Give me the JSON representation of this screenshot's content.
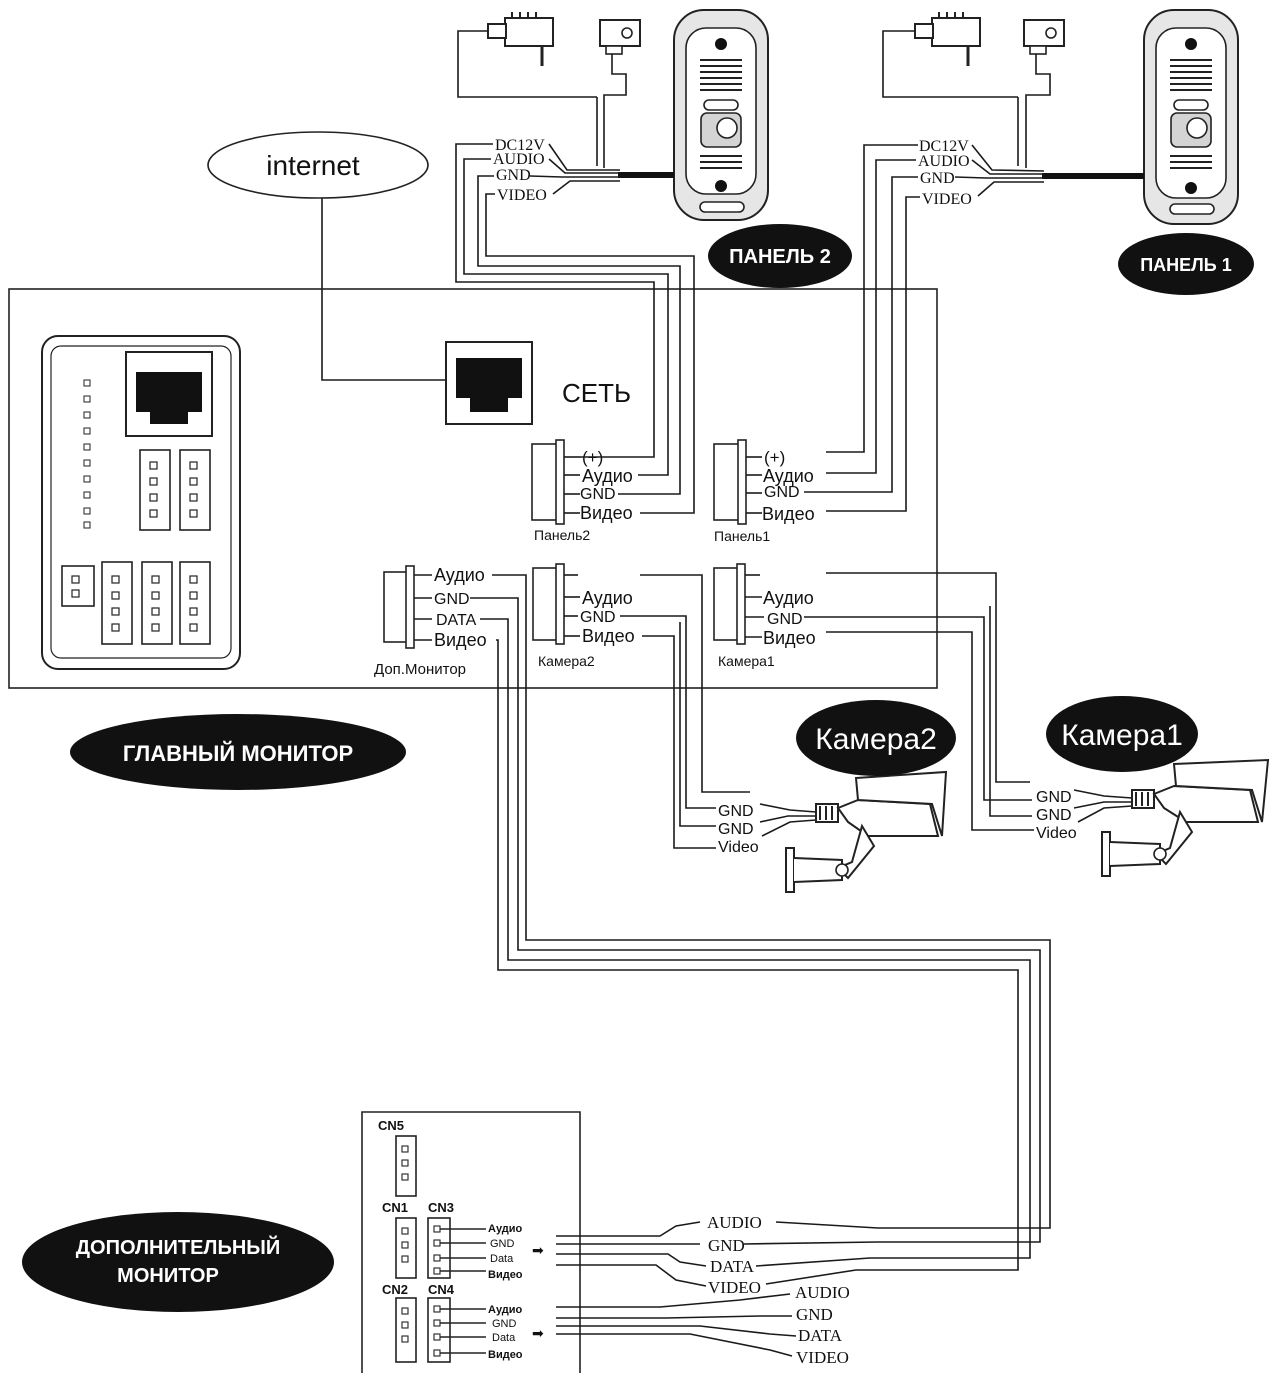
{
  "internet_label": "internet",
  "network_label": "СЕТЬ",
  "badges": {
    "panel2": "ПАНЕЛЬ 2",
    "panel1": "ПАНЕЛЬ 1",
    "main_monitor": "ГЛАВНЫЙ МОНИТОР",
    "camera2": "Камера2",
    "camera1": "Камера1",
    "extra_monitor_line1": "ДОПОЛНИТЕЛЬНЫЙ",
    "extra_monitor_line2": "МОНИТОР"
  },
  "panel_wires": [
    "DC12V",
    "AUDIO",
    "GND",
    "VIDEO"
  ],
  "main_monitor": {
    "panel2_connector": {
      "pins": [
        "(+)",
        "Аудио",
        "GND",
        "Видео"
      ],
      "caption": "Панель2"
    },
    "panel1_connector": {
      "pins": [
        "(+)",
        "Аудио",
        "GND",
        "Видео"
      ],
      "caption": "Панель1"
    },
    "extra_connector": {
      "pins": [
        "Аудио",
        "GND",
        "DATA",
        "Видео"
      ],
      "caption": "Доп.Монитор"
    },
    "camera2_connector": {
      "pins": [
        "Аудио",
        "GND",
        "Видео"
      ],
      "caption": "Камера2"
    },
    "camera1_connector": {
      "pins": [
        "Аудио",
        "GND",
        "Видео"
      ],
      "caption": "Камера1"
    }
  },
  "camera_wires": [
    "GND",
    "GND",
    "Video"
  ],
  "extra_monitor": {
    "connectors": [
      "CN5",
      "CN1",
      "CN3",
      "CN2",
      "CN4"
    ],
    "cn3_pins": [
      "Аудио",
      "GND",
      "Data",
      "Видео"
    ],
    "cn4_pins": [
      "Аудио",
      "GND",
      "Data",
      "Видео"
    ],
    "arrow_glyph": "➡"
  },
  "bus_labels_upper": [
    "AUDIO",
    "GND",
    "DATA",
    "VIDEO"
  ],
  "bus_labels_lower": [
    "AUDIO",
    "GND",
    "DATA",
    "VIDEO"
  ]
}
